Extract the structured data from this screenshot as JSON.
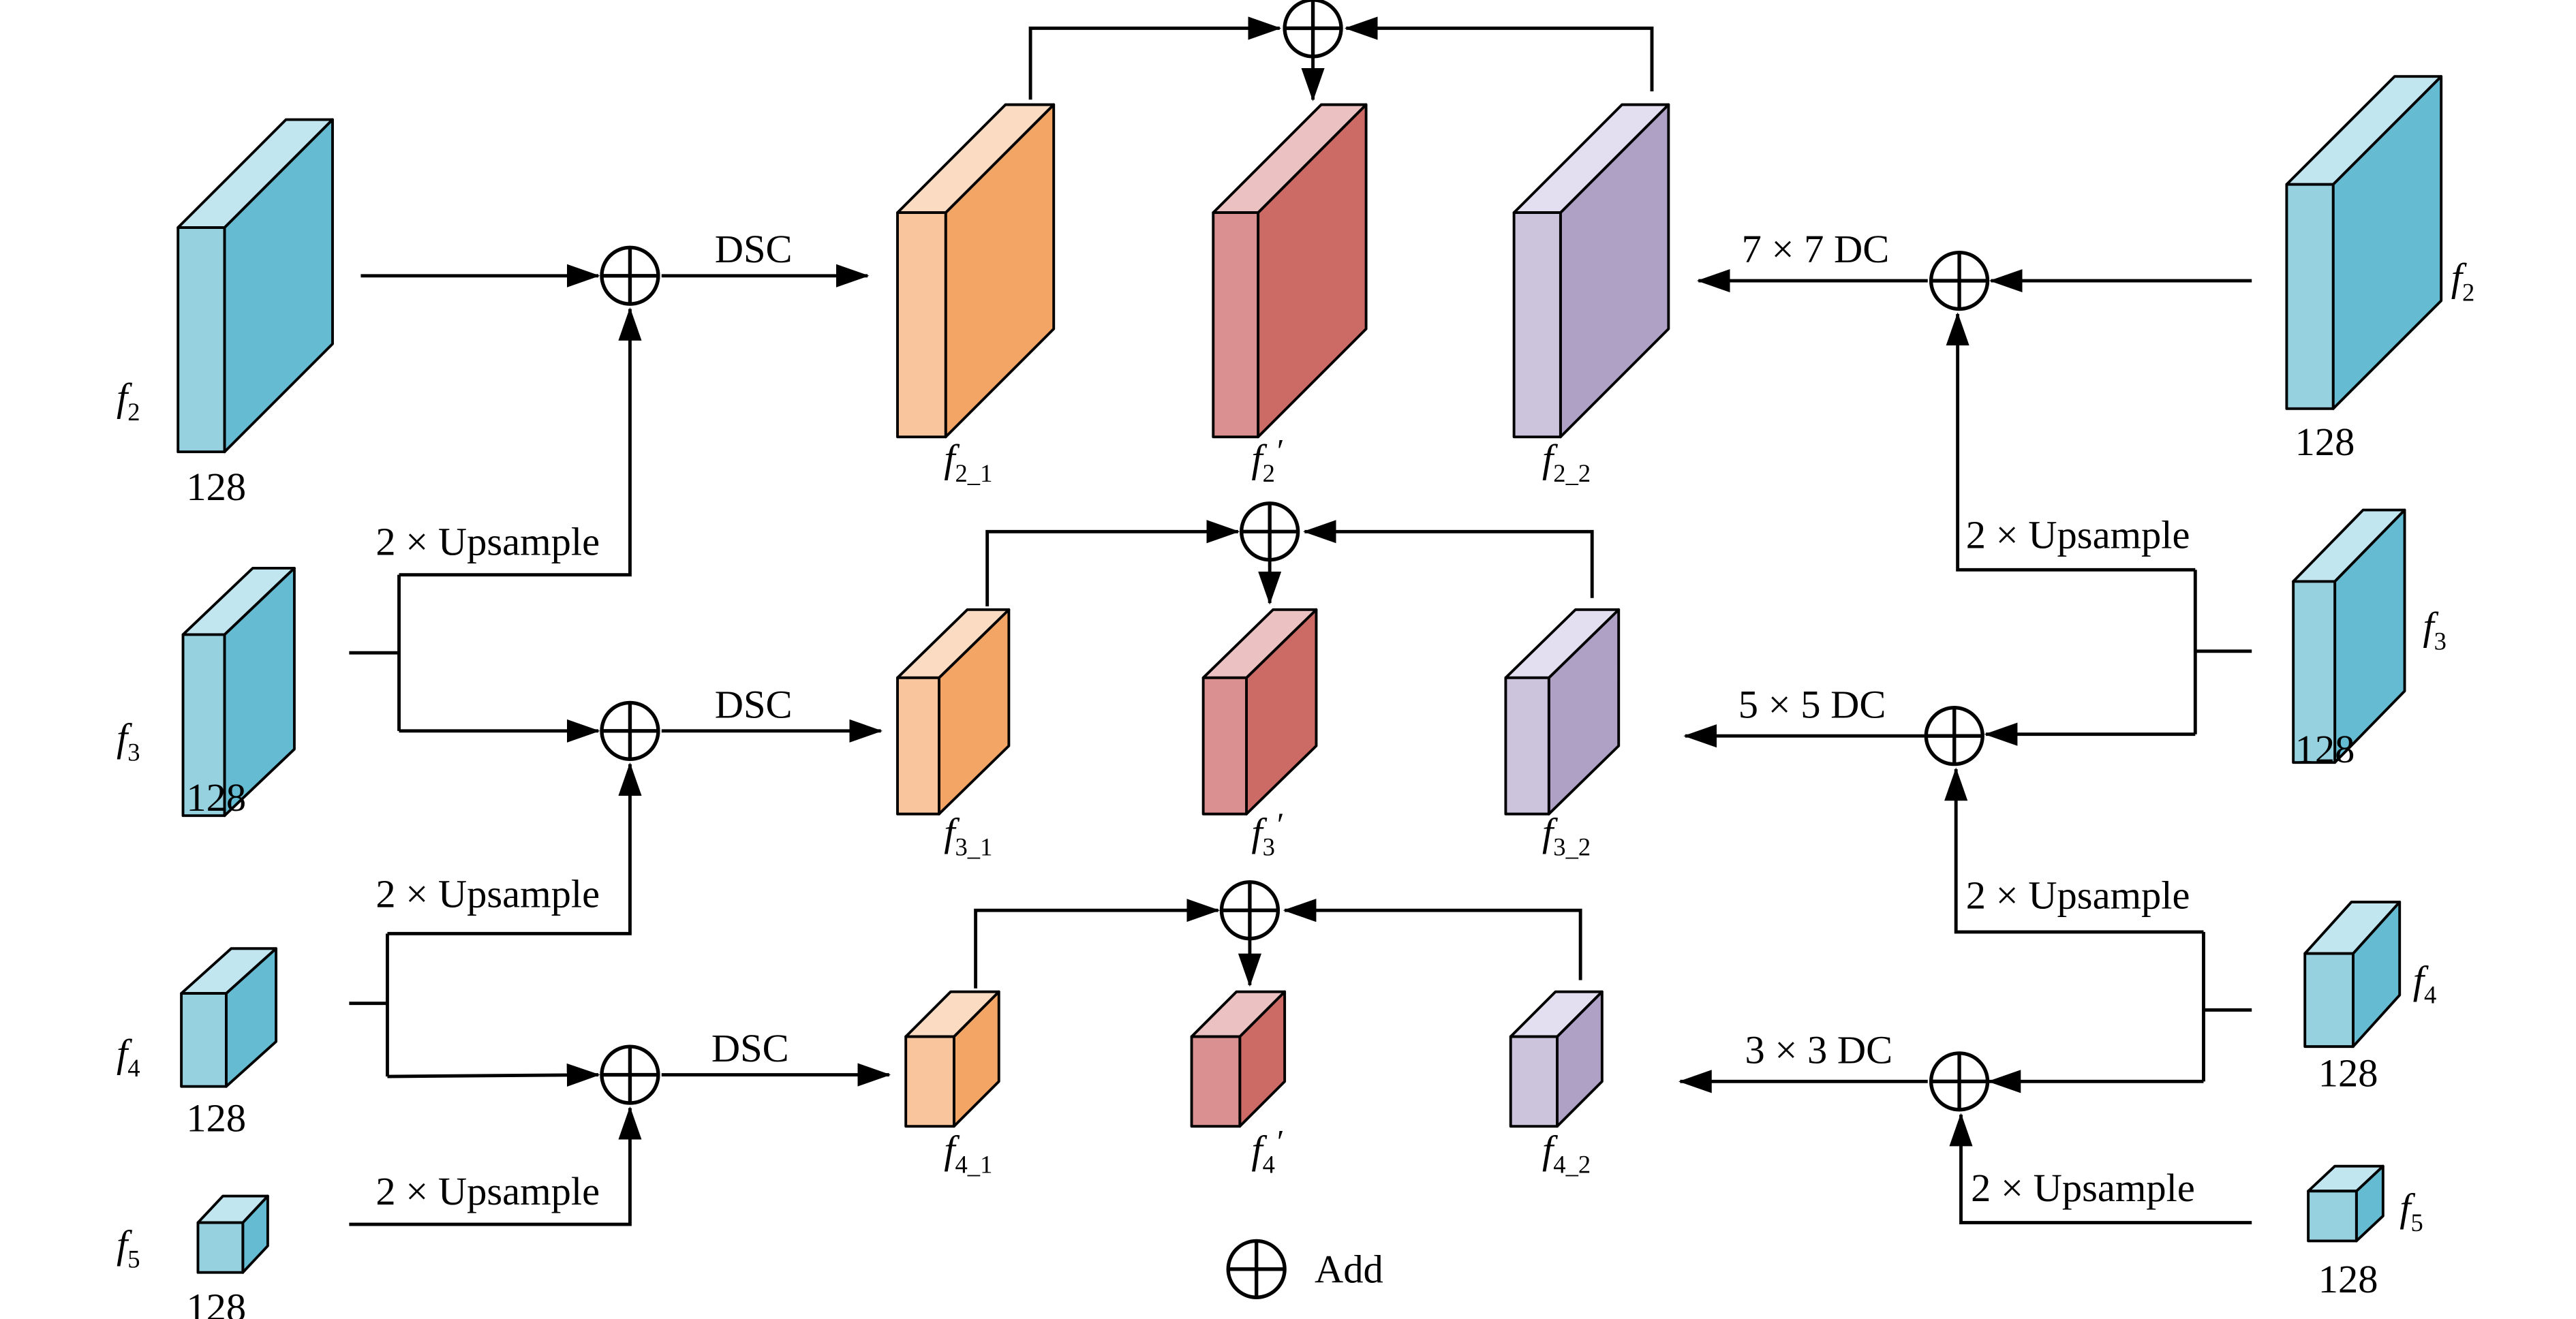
{
  "labels": {
    "dsc": "DSC",
    "upsample": "2 × Upsample",
    "dc7": "7 × 7  DC",
    "dc5": "5 × 5  DC",
    "dc3": "3 × 3  DC",
    "channels": "128",
    "legend_add": "Add"
  },
  "inputs": {
    "f2": {
      "base": "f",
      "sub": "2"
    },
    "f3": {
      "base": "f",
      "sub": "3"
    },
    "f4": {
      "base": "f",
      "sub": "4"
    },
    "f5": {
      "base": "f",
      "sub": "5"
    }
  },
  "outputs": {
    "f2_1": {
      "base": "f",
      "sub": "2_1"
    },
    "f2p": {
      "base": "f",
      "sub": "2",
      "prime": "′"
    },
    "f2_2": {
      "base": "f",
      "sub": "2_2"
    },
    "f3_1": {
      "base": "f",
      "sub": "3_1"
    },
    "f3p": {
      "base": "f",
      "sub": "3",
      "prime": "′"
    },
    "f3_2": {
      "base": "f",
      "sub": "3_2"
    },
    "f4_1": {
      "base": "f",
      "sub": "4_1"
    },
    "f4p": {
      "base": "f",
      "sub": "4",
      "prime": "′"
    },
    "f4_2": {
      "base": "f",
      "sub": "4_2"
    }
  },
  "colors": {
    "blue_front": "#96d1df",
    "blue_side": "#65bcd2",
    "blue_top": "#c1e6ef",
    "orange_front": "#f8c59d",
    "orange_side": "#f3a566",
    "orange_top": "#fbdcc3",
    "red_front": "#da9090",
    "red_side": "#cc6b66",
    "red_top": "#ecc1c1",
    "purple_front": "#ccc3dd",
    "purple_side": "#afa0c6",
    "purple_top": "#e3def0"
  }
}
